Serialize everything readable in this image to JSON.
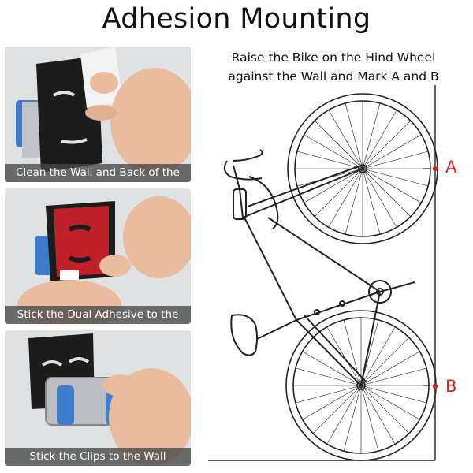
{
  "title": "Adhesion Mounting",
  "steps": [
    {
      "caption": "Clean the Wall and Back of the Board"
    },
    {
      "caption": "Stick the Dual Adhesive to the Board"
    },
    {
      "caption": "Stick the Clips to the Wall"
    }
  ],
  "diagram": {
    "heading_line1": "Raise the Bike on the Hind Wheel",
    "heading_line2": "against the Wall and Mark A and B",
    "mark_a": "A",
    "mark_b": "B"
  },
  "colors": {
    "mark": "#e02020",
    "panel_bg": "#dfe1e3",
    "board": "#1c1c1c",
    "adhesive": "#c0202a",
    "clip": "#3b78c8",
    "skin": "#e9bca0"
  }
}
